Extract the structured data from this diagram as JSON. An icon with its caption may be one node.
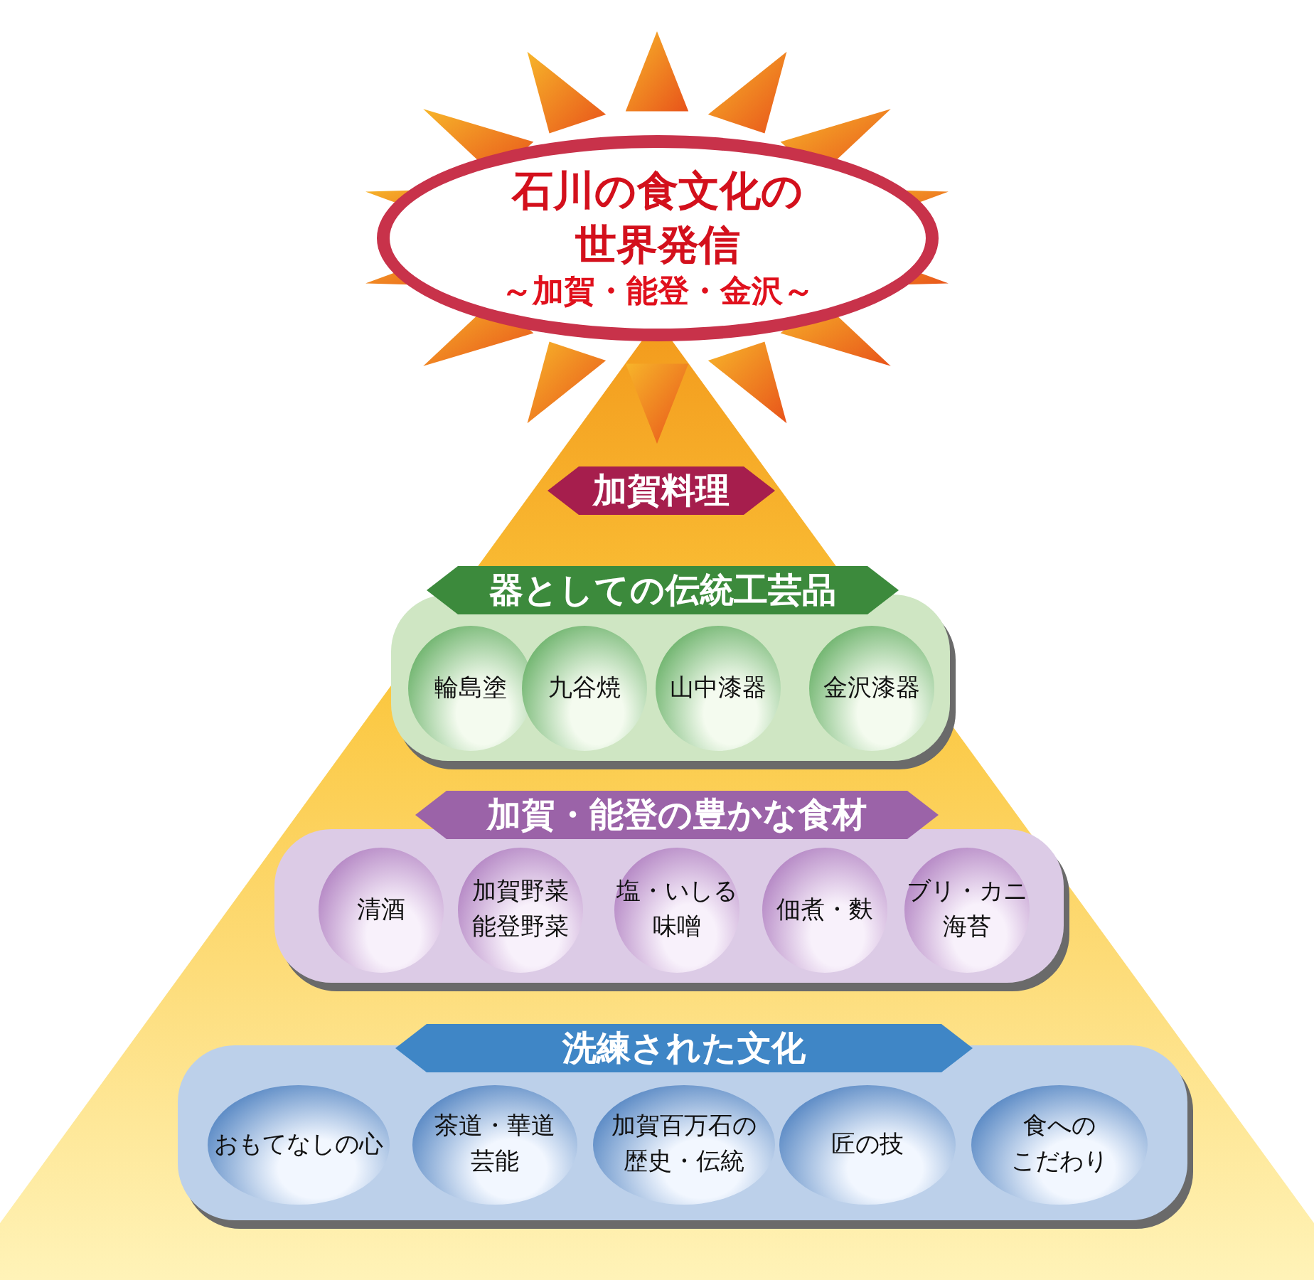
{
  "diagram": {
    "nodes": [
      {
        "text": [
          "石川の食文化の世界発信",
          "～加賀・能登・金沢～"
        ]
      },
      {
        "text": [
          "加賀料理"
        ]
      },
      {
        "text": [
          "器としての伝統工芸品"
        ]
      },
      {
        "text": [
          "輪島塗"
        ],
        "in": 2
      },
      {
        "text": [
          "九谷焼"
        ],
        "in": 2
      },
      {
        "text": [
          "山中漆器"
        ],
        "in": 2
      },
      {
        "text": [
          "金沢漆器"
        ],
        "in": 2
      },
      {
        "text": [
          "加賀・能登の豊かな食材"
        ]
      },
      {
        "text": [
          "清酒"
        ],
        "in": 7
      },
      {
        "text": [
          "加賀野菜能登野菜"
        ],
        "in": 7
      },
      {
        "text": [
          "塩・いしる味噌"
        ],
        "in": 7
      },
      {
        "text": [
          "佃煮・麩"
        ],
        "in": 7
      },
      {
        "text": [
          "ブリ・カニ海苔"
        ],
        "in": 7
      },
      {
        "text": [
          "洗練された文化"
        ]
      },
      {
        "text": [
          "おもてなしの心"
        ],
        "in": 13
      },
      {
        "text": [
          "茶道・華道芸能"
        ],
        "in": 13
      },
      {
        "text": [
          "加賀百万石の歴史・伝統"
        ],
        "in": 13
      },
      {
        "text": [
          "匠の技"
        ],
        "in": 13
      },
      {
        "text": [
          "食へのこだわり"
        ],
        "in": 13
      }
    ]
  }
}
